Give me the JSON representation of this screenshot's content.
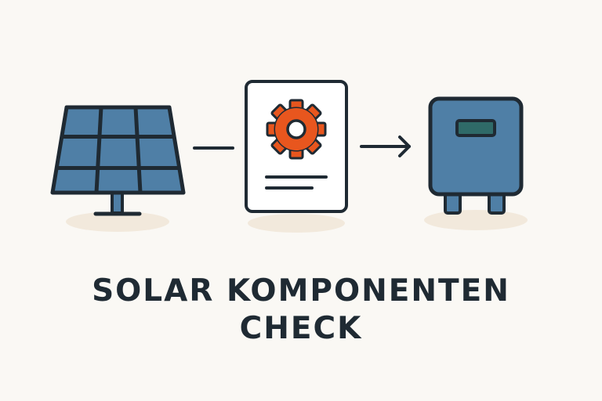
{
  "title": {
    "line1": "SOLAR KOMPONENTEN",
    "line2": "CHECK"
  },
  "diagram": {
    "nodes": [
      {
        "id": "solar-panel",
        "icon": "solar-panel-icon"
      },
      {
        "id": "spec-sheet",
        "icon": "gear-document-icon"
      },
      {
        "id": "inverter",
        "icon": "inverter-box-icon"
      }
    ],
    "connectors": [
      {
        "from": "solar-panel",
        "to": "spec-sheet",
        "style": "line"
      },
      {
        "from": "spec-sheet",
        "to": "inverter",
        "style": "arrow"
      }
    ]
  },
  "colors": {
    "background": "#faf8f4",
    "outline": "#1f2a33",
    "panel_blue": "#4f7fa6",
    "gear_orange": "#e8561e",
    "shadow": "#f2e9dc",
    "screen_green": "#2f6a68"
  }
}
